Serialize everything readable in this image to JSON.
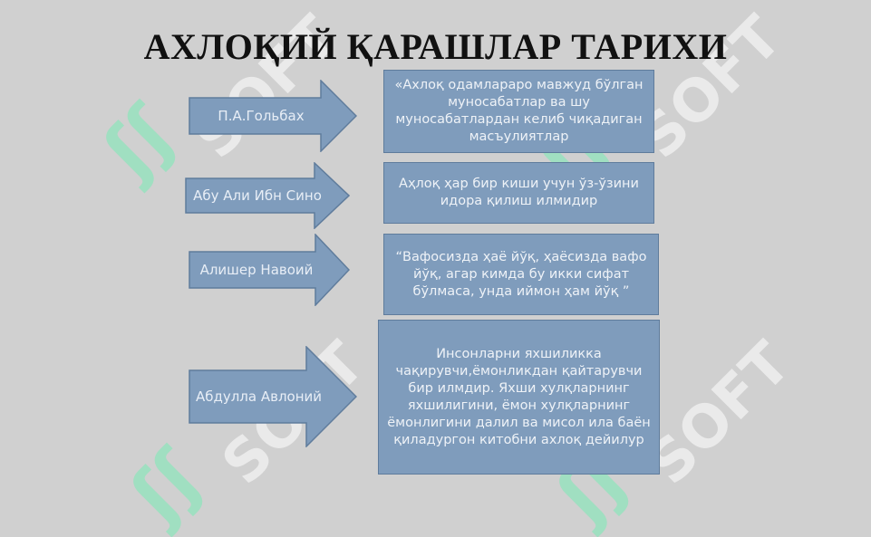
{
  "title": "АХЛОҚИЙ ҚАРАШЛАР ТАРИХИ",
  "watermark": "SOFT",
  "colors": {
    "background": "#d0d0d0",
    "shape_fill": "#7f9cbc",
    "shape_border": "#5f7c9c",
    "shape_text": "#eef2f7",
    "title_text": "#111111"
  },
  "rows": [
    {
      "name": "П.А.Гольбах",
      "text": "«Ахлоқ одамлараро мавжуд бўлган муносабатлар ва шу муносабатлардан келиб чиқадиган масъулиятлар"
    },
    {
      "name": "Абу Али Ибн Сино",
      "text": "Аҳлоқ ҳар бир киши учун ўз-ўзини идора қилиш илмидир"
    },
    {
      "name": "Алишер Навоий",
      "text": "“Вафосизда ҳаё йўқ, ҳаёсизда вафо йўқ, агар кимда бу икки сифат бўлмаса, унда иймон ҳам йўқ ”"
    },
    {
      "name": "Абдулла Авлоний",
      "text": "Инсонларни яхшиликка чақирувчи,ёмонликдан қайтарувчи бир илмдир. Яхши хулқларнинг яхшилигини, ёмон хулқларнинг ёмонлигини далил ва мисол ила баён қиладургон китобни ахлоқ дейилур"
    }
  ]
}
